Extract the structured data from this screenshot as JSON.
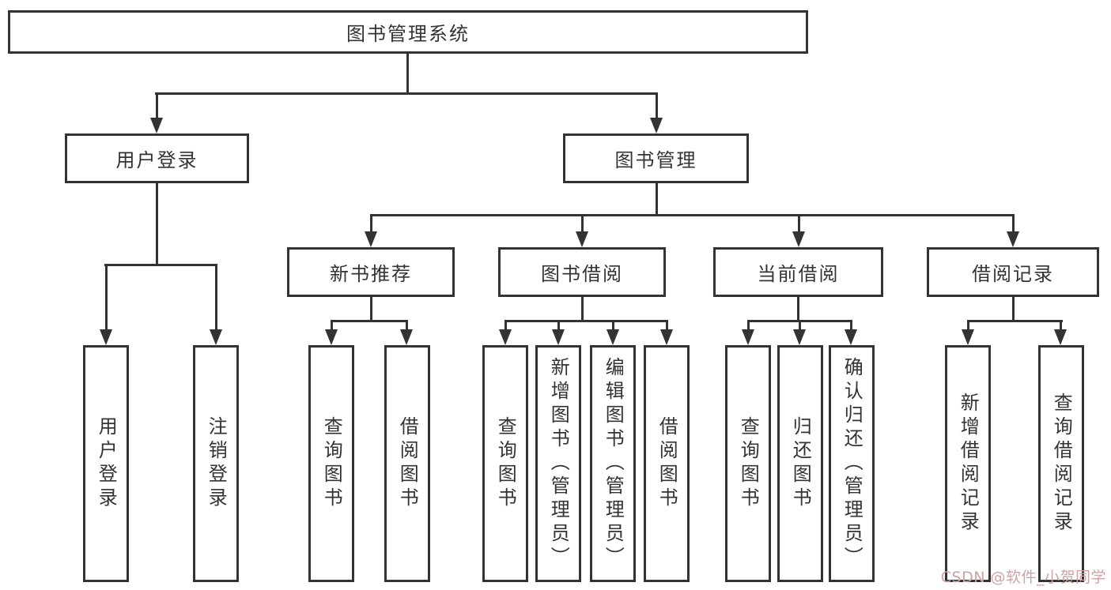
{
  "title": "图书管理系统",
  "level2": [
    {
      "label": "用户登录"
    },
    {
      "label": "图书管理"
    }
  ],
  "level3": [
    {
      "label": "新书推荐"
    },
    {
      "label": "图书借阅"
    },
    {
      "label": "当前借阅"
    },
    {
      "label": "借阅记录"
    }
  ],
  "leaves": {
    "login": [
      {
        "label": "用户登录"
      },
      {
        "label": "注销登录"
      }
    ],
    "recommend": [
      {
        "label": "查询图书"
      },
      {
        "label": "借阅图书"
      }
    ],
    "borrow": [
      {
        "label": "查询图书"
      },
      {
        "label": "新增图书（管理员）"
      },
      {
        "label": "编辑图书（管理员）"
      },
      {
        "label": "借阅图书"
      }
    ],
    "current": [
      {
        "label": "查询图书"
      },
      {
        "label": "归还图书"
      },
      {
        "label": "确认归还（管理员）"
      }
    ],
    "records": [
      {
        "label": "新增借阅记录"
      },
      {
        "label": "查询借阅记录"
      }
    ]
  },
  "watermark": "CSDN @软件_小贺同学",
  "colors": {
    "line": "#333333",
    "text": "#333333",
    "watermark": "#cfa3a3",
    "background": "#ffffff"
  }
}
